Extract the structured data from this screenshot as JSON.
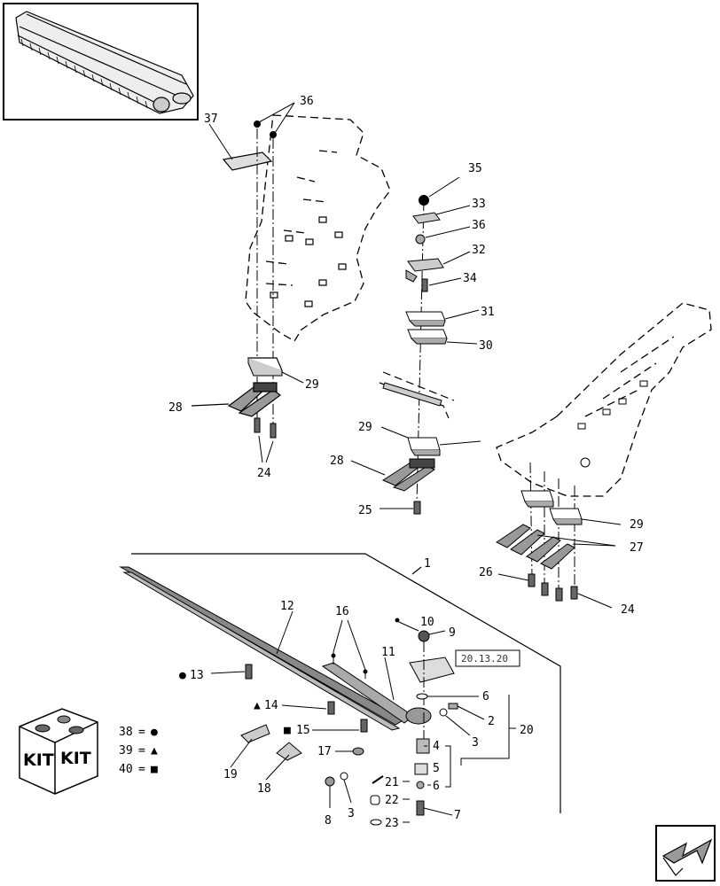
{
  "callouts": {
    "c1": "1",
    "c2": "2",
    "c3a": "3",
    "c3b": "3",
    "c4": "4",
    "c5": "5",
    "c6a": "6",
    "c6b": "6",
    "c7": "7",
    "c8": "8",
    "c9": "9",
    "c10": "10",
    "c11": "11",
    "c12": "12",
    "c13": "13",
    "c14": "14",
    "c15": "15",
    "c16": "16",
    "c17": "17",
    "c18": "18",
    "c19": "19",
    "c20": "20",
    "c21": "21",
    "c22": "22",
    "c23": "23",
    "c24a": "24",
    "c24b": "24",
    "c25": "25",
    "c26": "26",
    "c27": "27",
    "c28a": "28",
    "c28b": "28",
    "c29a": "29",
    "c29b": "29",
    "c29c": "29",
    "c30": "30",
    "c31": "31",
    "c32": "32",
    "c33": "33",
    "c34": "34",
    "c35": "35",
    "c36a": "36",
    "c36b": "36",
    "c37": "37"
  },
  "reference_box": "20.13.20",
  "kit_legend": {
    "kit_label_left": "KIT",
    "kit_label_right": "KIT",
    "rows": [
      {
        "number": "38",
        "symbol": "●"
      },
      {
        "number": "39",
        "symbol": "▲"
      },
      {
        "number": "40",
        "symbol": "■"
      }
    ]
  },
  "markers": {
    "m13": "●",
    "m14": "▲",
    "m15": "■"
  },
  "nav_icon": "back-arrow-icon"
}
